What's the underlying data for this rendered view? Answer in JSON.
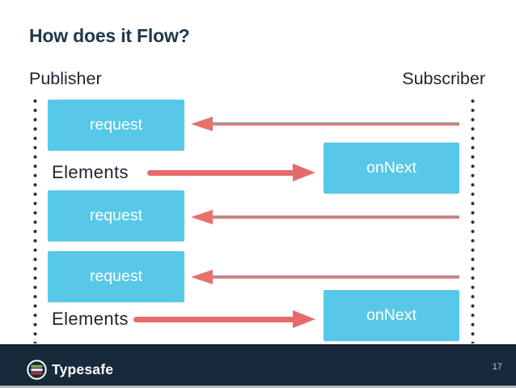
{
  "slide": {
    "title": "How does it Flow?",
    "publisher_label": "Publisher",
    "subscriber_label": "Subscriber",
    "nodes": [
      {
        "id": "request-1",
        "label": "request",
        "side": "publisher"
      },
      {
        "id": "onnext-1",
        "label": "onNext",
        "side": "subscriber"
      },
      {
        "id": "request-2",
        "label": "request",
        "side": "publisher"
      },
      {
        "id": "request-3",
        "label": "request",
        "side": "publisher"
      },
      {
        "id": "onnext-2",
        "label": "onNext",
        "side": "subscriber"
      }
    ],
    "flow_labels": [
      {
        "id": "elements-1",
        "label": "Elements"
      },
      {
        "id": "elements-2",
        "label": "Elements"
      }
    ],
    "arrows": [
      {
        "id": "request-arrow-1",
        "direction": "right-to-left",
        "from": "subscriber-lifeline",
        "to": "request-1"
      },
      {
        "id": "elements-arrow-1",
        "direction": "left-to-right",
        "from": "elements-1",
        "to": "onnext-1"
      },
      {
        "id": "request-arrow-2",
        "direction": "right-to-left",
        "from": "subscriber-lifeline",
        "to": "request-2"
      },
      {
        "id": "request-arrow-3",
        "direction": "right-to-left",
        "from": "subscriber-lifeline",
        "to": "request-3"
      },
      {
        "id": "elements-arrow-2",
        "direction": "left-to-right",
        "from": "elements-2",
        "to": "onnext-2"
      }
    ]
  },
  "footer": {
    "brand": "Typesafe",
    "logo_icon": "typesafe-logo-icon",
    "page_number": "17"
  },
  "colors": {
    "node_fill": "#58C8E8",
    "node_text": "#FFFFFF",
    "arrow_salmon": "#E56B6B",
    "title_text": "#1D3849",
    "body_text": "#1B2531",
    "footer_bg": "#17293A",
    "logo_green": "#7FAE4A",
    "logo_red": "#B22F38"
  }
}
